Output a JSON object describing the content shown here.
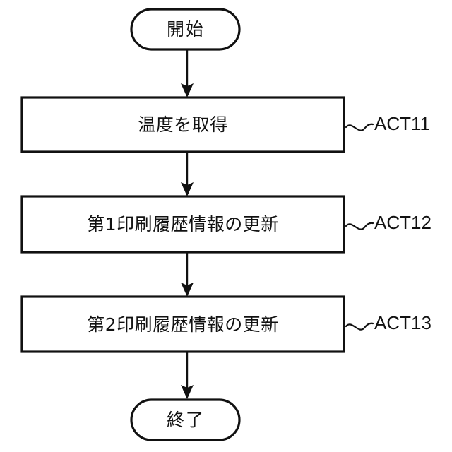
{
  "diagram": {
    "type": "flowchart",
    "orientation": "vertical",
    "background_color": "#ffffff",
    "stroke_color": "#111111",
    "language": "ja",
    "start": {
      "label": "開始",
      "shape": "stadium"
    },
    "end": {
      "label": "終了",
      "shape": "stadium"
    },
    "steps": [
      {
        "label": "温度を取得",
        "ref": "ACT11",
        "shape": "rectangle"
      },
      {
        "label": "第1印刷履歴情報の更新",
        "ref": "ACT12",
        "shape": "rectangle"
      },
      {
        "label": "第2印刷履歴情報の更新",
        "ref": "ACT13",
        "shape": "rectangle"
      }
    ],
    "connectors": [
      {
        "from": "start",
        "to": "step1",
        "arrow": "down-arrow-icon"
      },
      {
        "from": "step1",
        "to": "step2",
        "arrow": "down-arrow-icon"
      },
      {
        "from": "step2",
        "to": "step3",
        "arrow": "down-arrow-icon"
      },
      {
        "from": "step3",
        "to": "end",
        "arrow": "down-arrow-icon"
      }
    ],
    "leaders": [
      {
        "for": "ACT11",
        "style": "tilde-leader-icon"
      },
      {
        "for": "ACT12",
        "style": "tilde-leader-icon"
      },
      {
        "for": "ACT13",
        "style": "tilde-leader-icon"
      }
    ]
  }
}
